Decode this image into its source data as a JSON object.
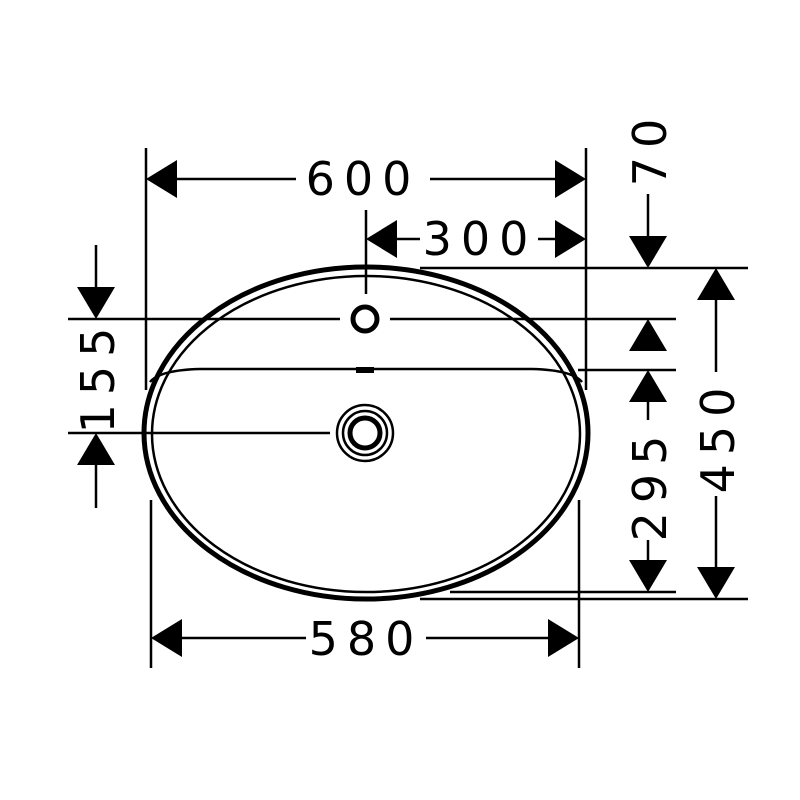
{
  "drawing": {
    "dimensions": {
      "overall_width": "600",
      "half_width": "300",
      "inner_width": "580",
      "top_offset": "70",
      "overall_depth": "450",
      "inner_depth": "295",
      "drain_offset": "155"
    },
    "colors": {
      "line": "#000000",
      "background": "#ffffff"
    }
  }
}
